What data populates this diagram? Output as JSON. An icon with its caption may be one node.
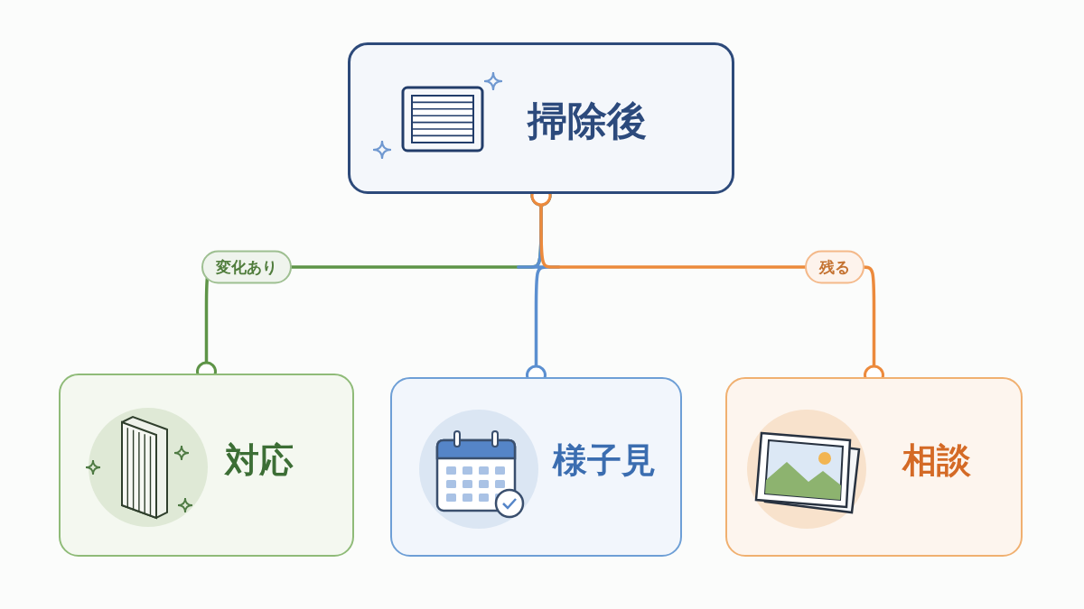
{
  "diagram": {
    "nodes": [
      {
        "text": [
          "掃除後"
        ]
      },
      {
        "text": [
          "対応"
        ]
      },
      {
        "text": [
          "様子見"
        ]
      },
      {
        "text": [
          "相談"
        ]
      }
    ],
    "edges": [
      {
        "from": 0,
        "to": 1,
        "arrow": "other",
        "label": "変化あり",
        "color": "#5e9447"
      },
      {
        "from": 0,
        "to": 2,
        "arrow": "other",
        "color": "#5b8fd0"
      },
      {
        "from": 0,
        "to": 3,
        "arrow": "other",
        "label": "残る",
        "color": "#ec8a3c"
      }
    ]
  }
}
